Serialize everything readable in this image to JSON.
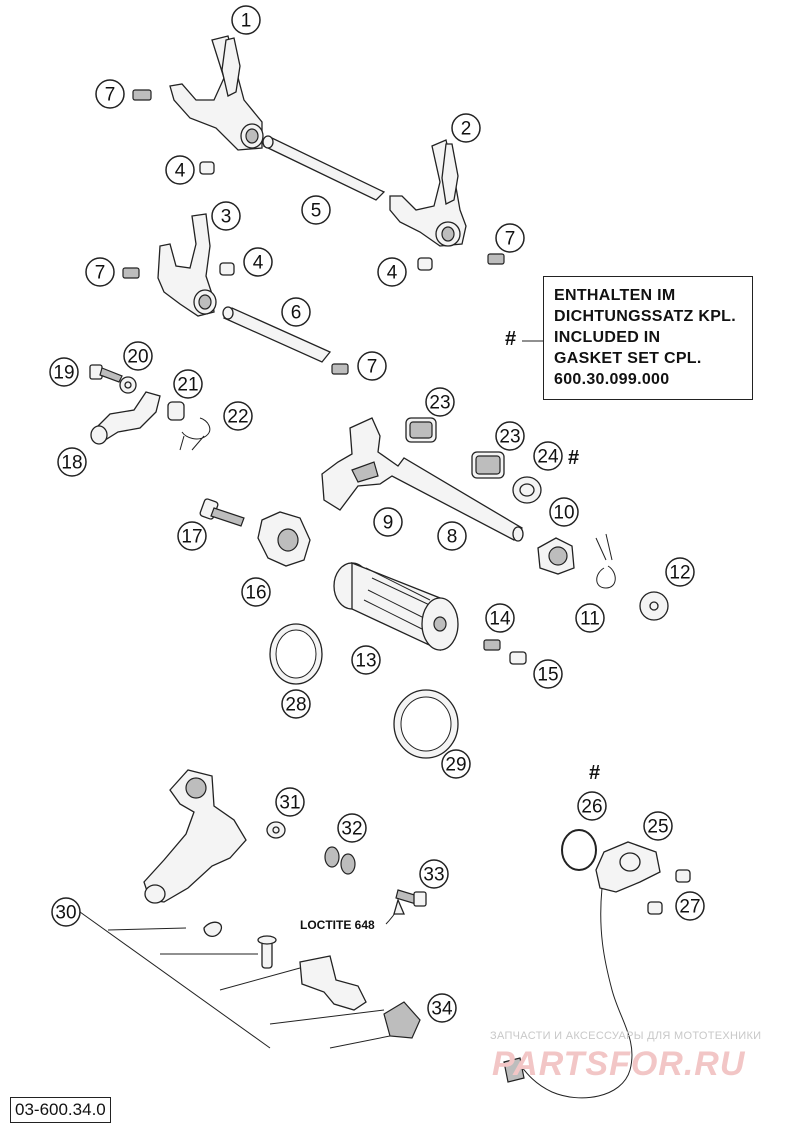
{
  "diagram": {
    "drawing_number": "03-600.34.0",
    "note": {
      "lines": [
        "ENTHALTEN IM",
        "DICHTUNGSSATZ KPL.",
        "INCLUDED IN",
        "GASKET SET CPL.",
        "600.30.099.000"
      ],
      "marker": "#"
    },
    "hash_markers": [
      "#",
      "#",
      "#"
    ],
    "loctite_label": "LOCTITE 648",
    "watermark": {
      "line1": "ЗАПЧАСТИ И АКСЕССУАРЫ ДЛЯ МОТОТЕХНИКИ",
      "line2": "PARTSFOR.RU"
    },
    "callouts": [
      "1",
      "2",
      "3",
      "4",
      "4",
      "4",
      "5",
      "6",
      "7",
      "7",
      "7",
      "7",
      "8",
      "9",
      "10",
      "11",
      "12",
      "13",
      "14",
      "15",
      "16",
      "17",
      "18",
      "19",
      "20",
      "21",
      "22",
      "23",
      "23",
      "24",
      "25",
      "26",
      "27",
      "28",
      "29",
      "30",
      "31",
      "32",
      "33",
      "34"
    ]
  }
}
